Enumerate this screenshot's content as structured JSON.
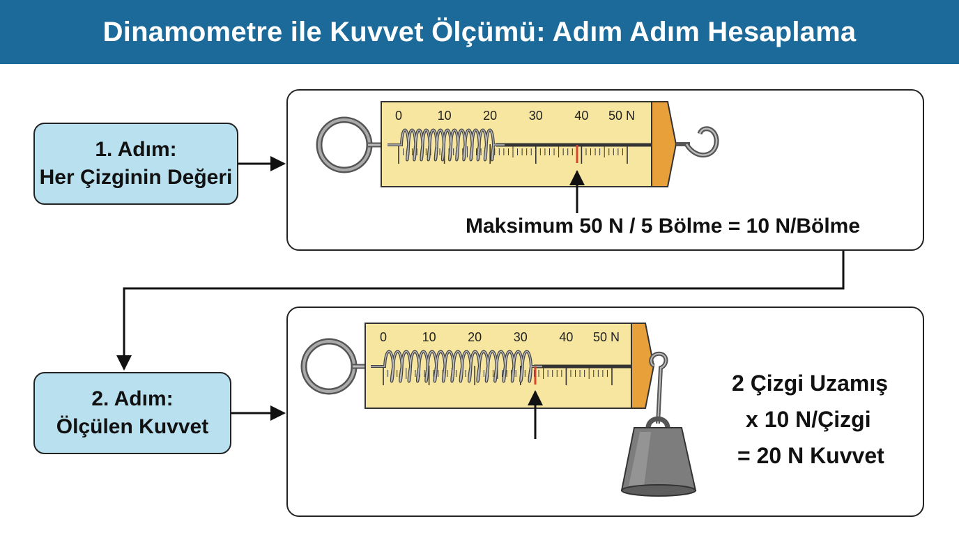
{
  "title": "Dinamometre ile Kuvvet Ölçümü: Adım Adım Hesaplama",
  "step1": {
    "line1": "1. Adım:",
    "line2": "Her Çizginin Değeri"
  },
  "step2": {
    "line1": "2. Adım:",
    "line2": "Ölçülen Kuvvet"
  },
  "scale_labels": [
    "0",
    "10",
    "20",
    "30",
    "40",
    "50 N"
  ],
  "panel1": {
    "formula": "Maksimum 50 N / 5 Bölme = 10 N/Bölme"
  },
  "panel2": {
    "line1": "2 Çizgi Uzamış",
    "line2": "x 10 N/Çizgi",
    "line3": "= 20 N Kuvvet"
  },
  "colors": {
    "header": "#1b6a9a",
    "step_box": "#b9e0ef",
    "scale_face": "#f7e6a0",
    "end_cap": "#e8a13a",
    "marker": "#d9442e",
    "weight": "#7d7d7d"
  }
}
